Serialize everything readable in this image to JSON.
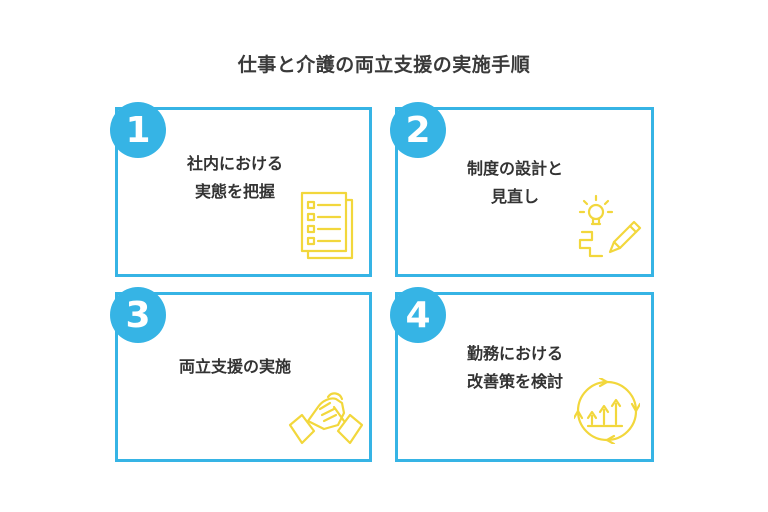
{
  "title": "仕事と介護の両立支援の実施手順",
  "colors": {
    "accent": "#36b4e5",
    "icon": "#f2d73c",
    "text": "#333333"
  },
  "steps": [
    {
      "number": "1",
      "lines": [
        "社内における",
        "実態を把握"
      ],
      "icon": "checklist-document-icon"
    },
    {
      "number": "2",
      "lines": [
        "制度の設計と",
        "見直し"
      ],
      "icon": "lightbulb-pencil-icon"
    },
    {
      "number": "3",
      "lines": [
        "両立支援の実施"
      ],
      "icon": "handshake-icon"
    },
    {
      "number": "4",
      "lines": [
        "勤務における",
        "改善策を検討"
      ],
      "icon": "growth-cycle-icon"
    }
  ]
}
